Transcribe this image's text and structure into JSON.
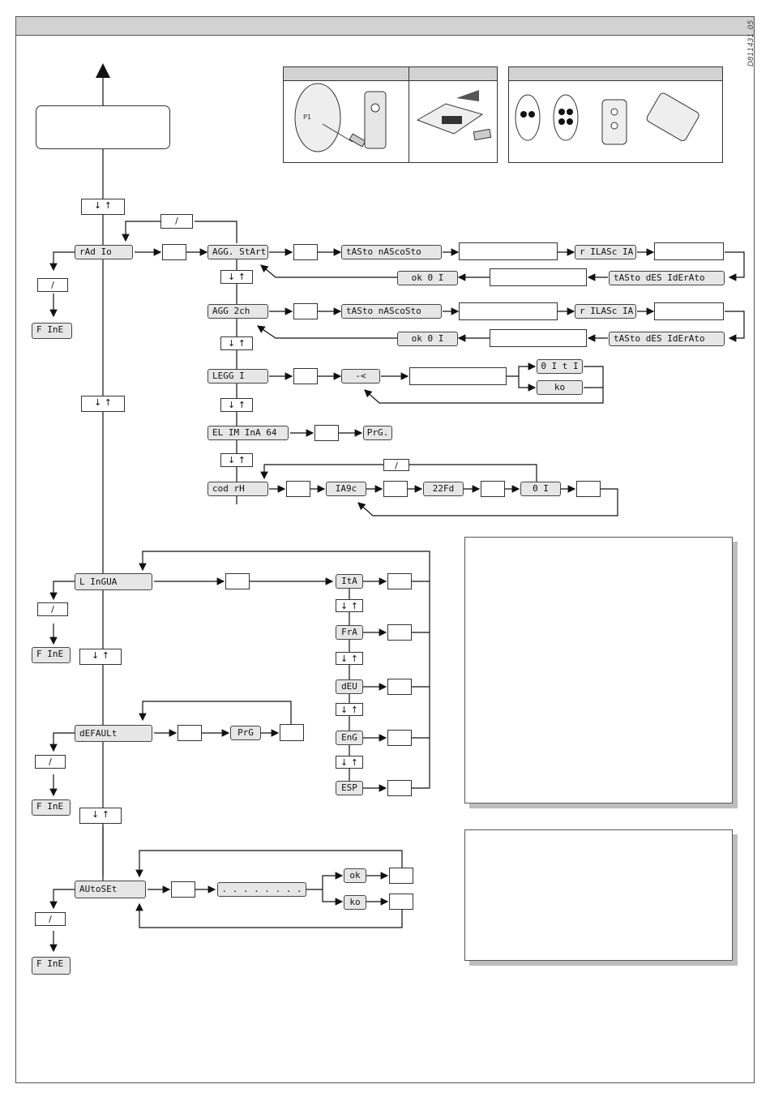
{
  "document_id": "D811431_05",
  "nav": {
    "updown": "↓ ↑",
    "slash": "/",
    "fine": "F InE"
  },
  "menus": {
    "radio": "rAd Io",
    "lingua": "L InGUA",
    "default": "dEFAULt",
    "autoset": "AUtoSEt"
  },
  "radio_items": {
    "agg_start": "AGG. StArt",
    "agg_2ch": "AGG 2ch",
    "leggi": "LEGG I",
    "elimina": "EL IM InA 64",
    "cod_rx": "cod rH"
  },
  "radio_flow": {
    "tasto_nascosto": "tASto nAScoSto",
    "rilascia": "r ILASc IA",
    "tasto_desiderato": "tASto dES IdErAto",
    "ok01": "ok  0 I",
    "leggi_prompt": "-<",
    "leggi_ok": "0 I t I",
    "leggi_ko": "ko",
    "prg": "PrG.",
    "cod_1": "IA9c",
    "cod_2": "22Fd",
    "cod_3": "0 I"
  },
  "languages": [
    "ItA",
    "FrA",
    "dEU",
    "EnG",
    "ESP"
  ],
  "default_prg": "PrG",
  "autoset_flow": {
    "dots": ". . . .      . . . .",
    "ok": "ok",
    "ko": "ko"
  }
}
